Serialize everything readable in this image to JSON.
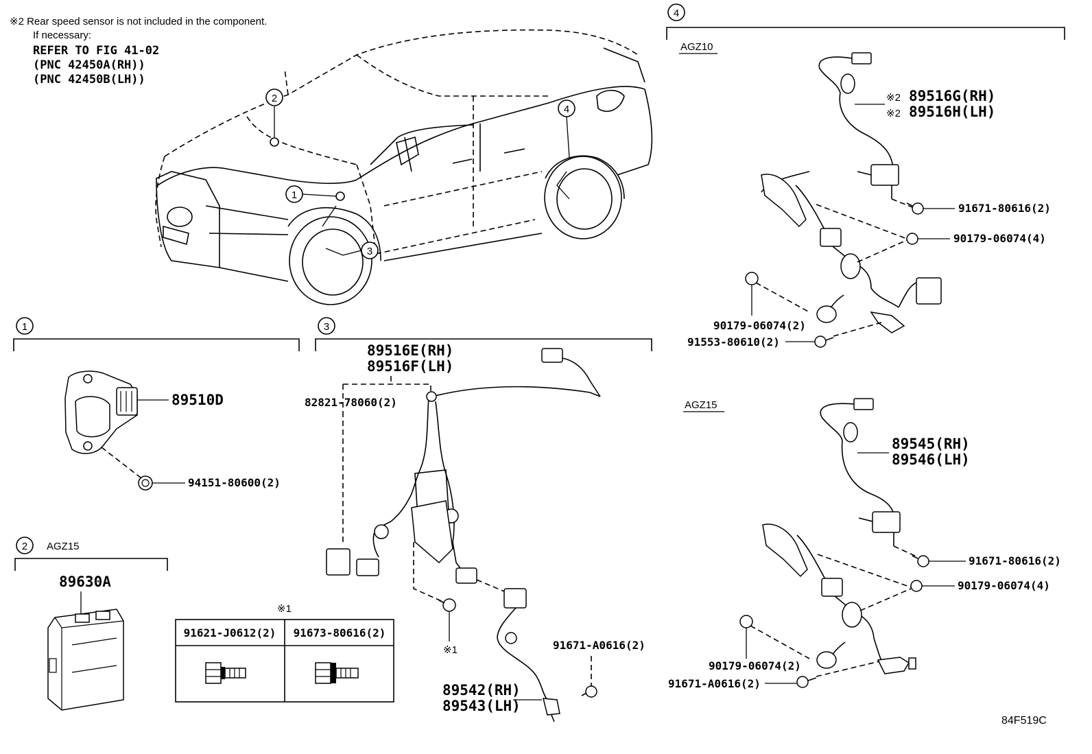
{
  "notes": {
    "rear_sensor_note": "※2 Rear speed sensor is not included in the component.",
    "if_necessary": "If necessary:",
    "refer_fig": "REFER TO FIG 41-02",
    "pnc_rh": "(PNC 42450A(RH))",
    "pnc_lh": "(PNC 42450B(LH))"
  },
  "callouts": [
    "1",
    "2",
    "3",
    "4"
  ],
  "section1": {
    "number": "1",
    "part_main": "89510D",
    "part_screw": "94151-80600(2)"
  },
  "section2": {
    "number": "2",
    "model": "AGZ15",
    "part_main": "89630A"
  },
  "section3": {
    "number": "3",
    "part_rh": "89516E(RH)",
    "part_lh": "89516F(LH)",
    "clip": "82821-78060(2)",
    "sensor_rh": "89542(RH)",
    "sensor_lh": "89543(LH)",
    "bolt": "91671-A0616(2)",
    "note_mark": "※1"
  },
  "bolt_table": {
    "mark": "※1",
    "col1": "91621-J0612(2)",
    "col2": "91673-80616(2)"
  },
  "section4": {
    "number": "4",
    "agz10": {
      "model": "AGZ10",
      "mark_rh": "※2",
      "mark_lh": "※2",
      "part_rh": "89516G(RH)",
      "part_lh": "89516H(LH)",
      "bolt_a": "91671-80616(2)",
      "nut_a": "90179-06074(4)",
      "nut_b": "90179-06074(2)",
      "bolt_b": "91553-80610(2)"
    },
    "agz15": {
      "model": "AGZ15",
      "part_rh": "89545(RH)",
      "part_lh": "89546(LH)",
      "bolt_a": "91671-80616(2)",
      "nut_a": "90179-06074(4)",
      "nut_b": "90179-06074(2)",
      "bolt_b": "91671-A0616(2)"
    }
  },
  "figure_id": "84F519C"
}
